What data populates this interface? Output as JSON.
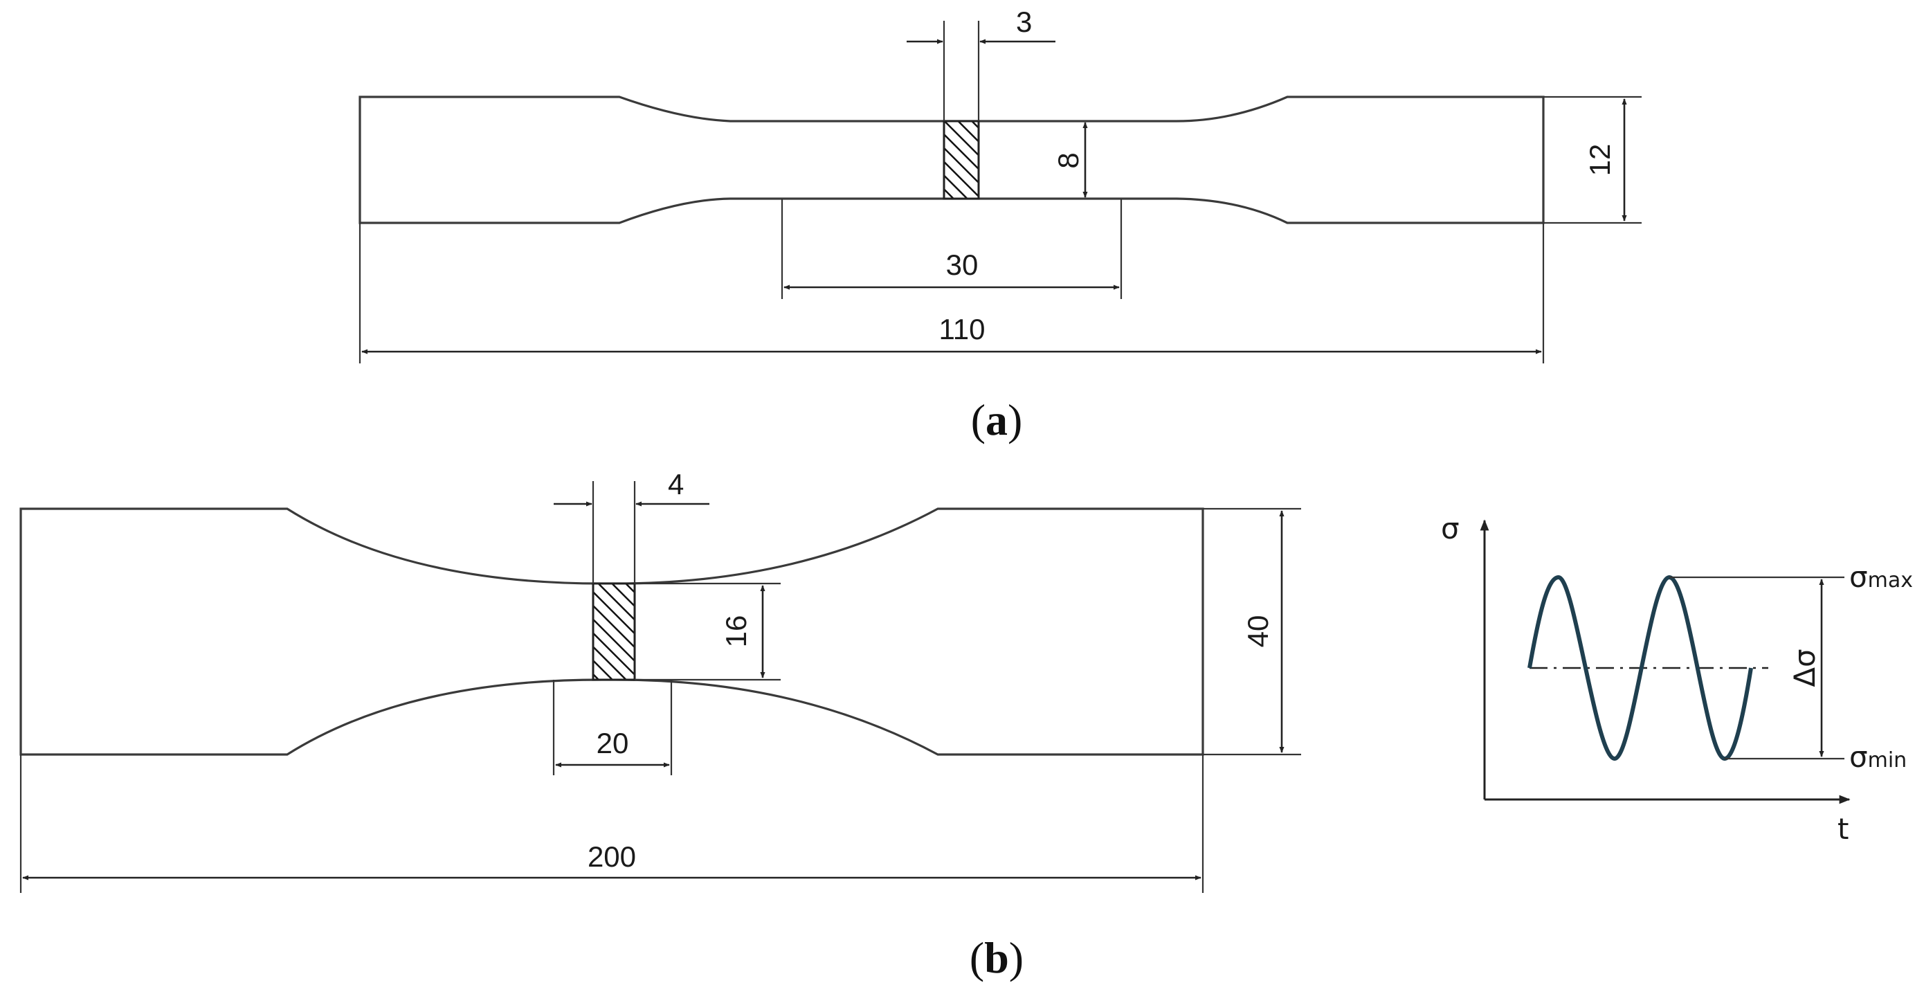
{
  "figure_a": {
    "caption": {
      "open": "(",
      "letter": "a",
      "close": ")"
    },
    "dimensions": {
      "overall_length": "110",
      "gauge_length": "30",
      "end_width": "12",
      "gauge_width": "8",
      "section_width": "3"
    }
  },
  "figure_b": {
    "caption": {
      "open": "(",
      "letter": "b",
      "close": ")"
    },
    "dimensions": {
      "overall_length": "200",
      "flat_length": "20",
      "end_width": "40",
      "neck_width": "16",
      "section_width": "4"
    }
  },
  "load_graph": {
    "y_axis_label": "σ",
    "x_axis_label": "t",
    "max_label": {
      "symbol": "σ",
      "sub": "max"
    },
    "min_label": {
      "symbol": "σ",
      "sub": "min"
    },
    "range_label": "Δσ"
  }
}
